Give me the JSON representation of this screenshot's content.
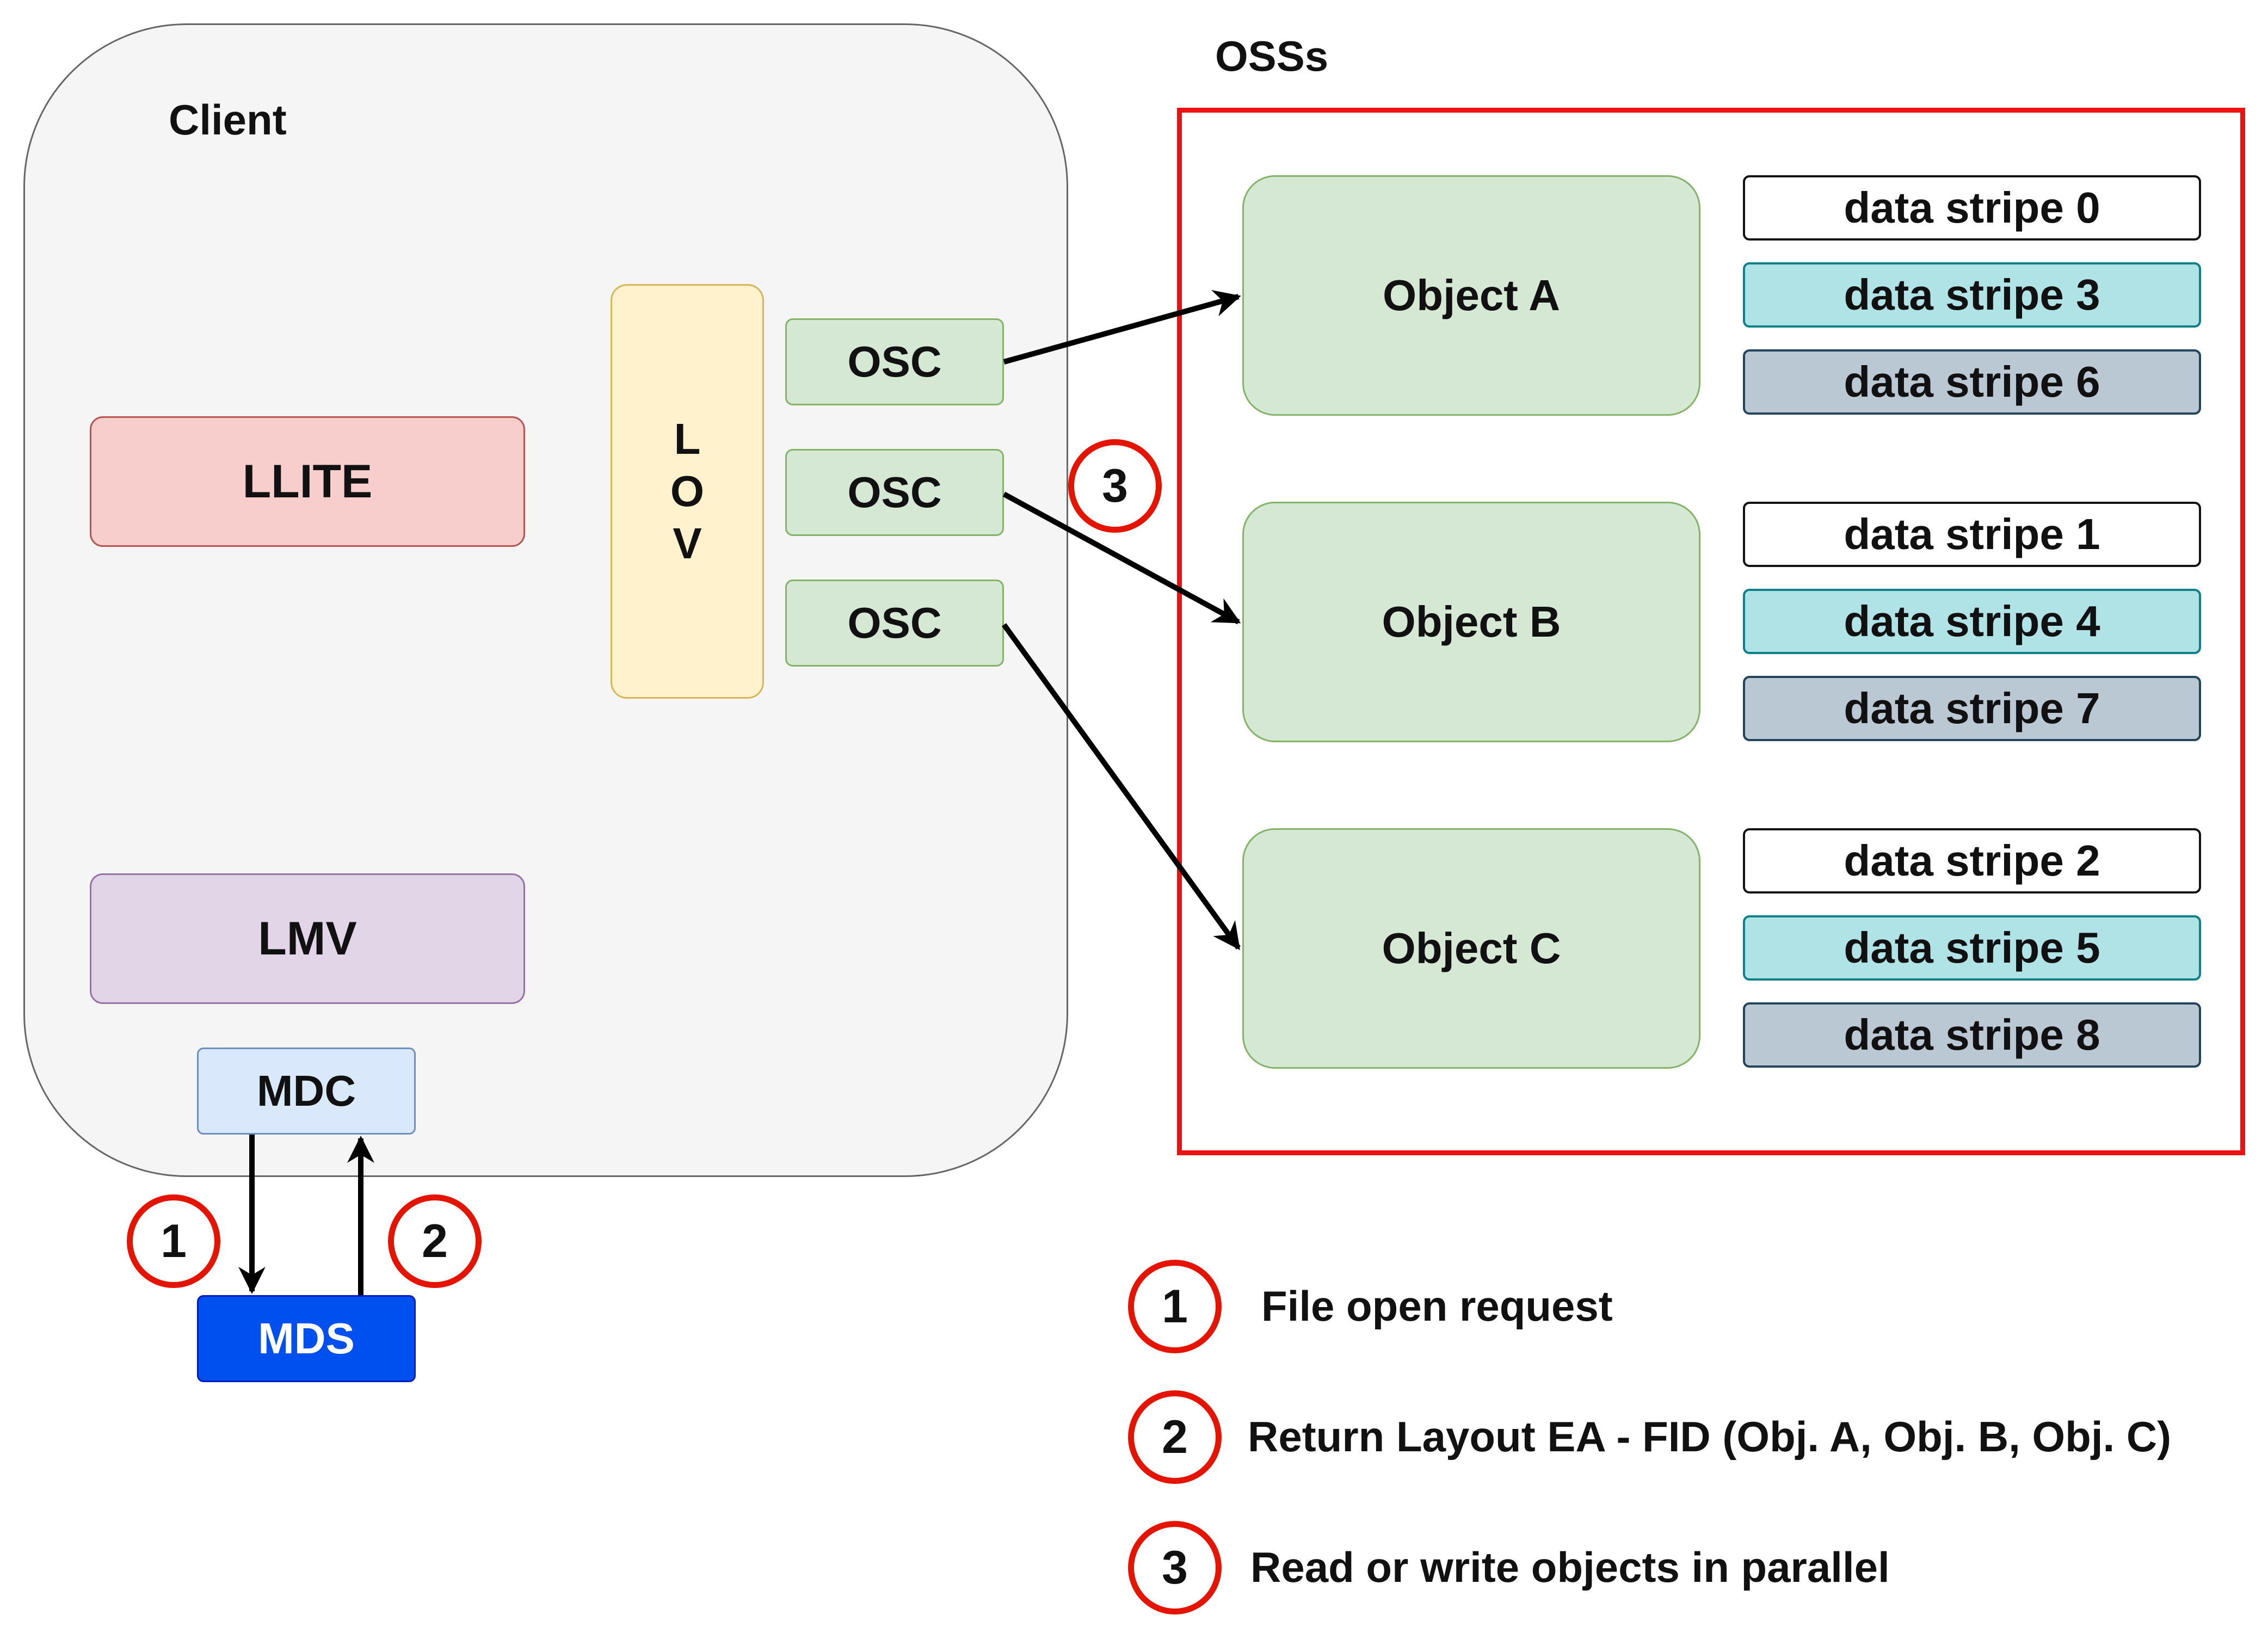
{
  "client": {
    "title": "Client"
  },
  "osss": {
    "title": "OSSs"
  },
  "components": {
    "llite": "LLITE",
    "lmv": "LMV",
    "mdc": "MDC",
    "mds": "MDS",
    "lov_letters": [
      "L",
      "O",
      "V"
    ],
    "osc": [
      "OSC",
      "OSC",
      "OSC"
    ]
  },
  "objects": [
    {
      "label": "Object A",
      "stripes": [
        "data stripe 0",
        "data stripe 3",
        "data stripe 6"
      ]
    },
    {
      "label": "Object B",
      "stripes": [
        "data stripe 1",
        "data stripe 4",
        "data stripe 7"
      ]
    },
    {
      "label": "Object C",
      "stripes": [
        "data stripe 2",
        "data stripe 5",
        "data stripe 8"
      ]
    }
  ],
  "steps": [
    "1",
    "2",
    "3"
  ],
  "legend": [
    {
      "number": "1",
      "text": "File open request"
    },
    {
      "number": "2",
      "text": "Return Layout EA - FID (Obj. A, Obj. B, Obj. C)"
    },
    {
      "number": "3",
      "text": "Read or write objects in parallel"
    }
  ],
  "colors": {
    "stripe_row_1": "#ffffff",
    "stripe_row_2": "#b0e3e6",
    "stripe_row_3": "#bac8d3",
    "step_ring": "#e51400",
    "oss_border": "#ee1111",
    "mds_fill": "#0050ef"
  }
}
